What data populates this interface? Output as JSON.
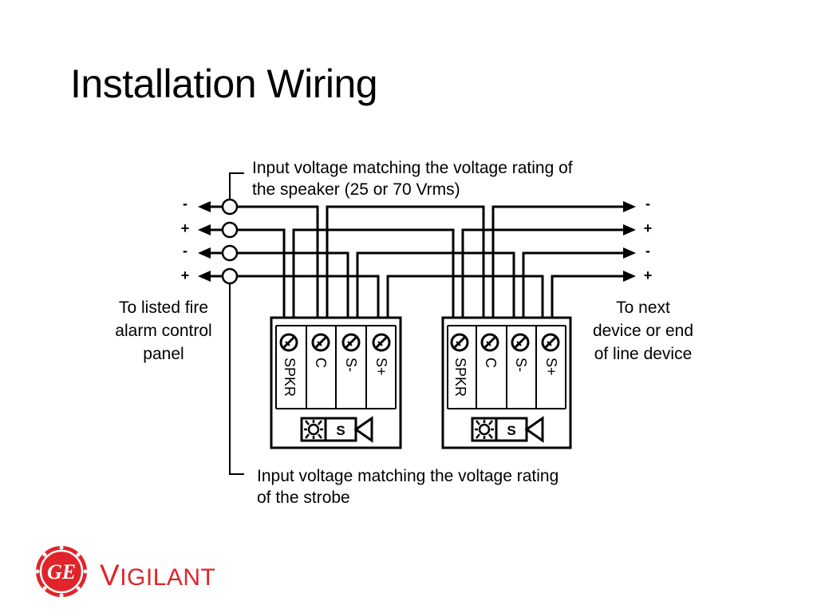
{
  "slide": {
    "title": "Installation Wiring"
  },
  "notes": {
    "speaker_line1": "Input voltage matching the voltage rating of",
    "speaker_line2": "the speaker (25 or 70 Vrms)",
    "strobe_line1": "Input voltage matching the voltage rating",
    "strobe_line2": "of the strobe"
  },
  "left_label": {
    "line1": "To listed fire",
    "line2": "alarm control",
    "line3": "panel"
  },
  "right_label": {
    "line1": "To next",
    "line2": "device or end",
    "line3": "of line device"
  },
  "polarity": {
    "row1": "-",
    "row2": "+",
    "row3": "-",
    "row4": "+"
  },
  "terminals": [
    "SPKR",
    "C",
    "S-",
    "S+"
  ],
  "strobe_symbol_letter": "S",
  "brand": {
    "logo_text": "GE",
    "name_first": "V",
    "name_rest": "IGILANT",
    "color": "#e0242a"
  }
}
